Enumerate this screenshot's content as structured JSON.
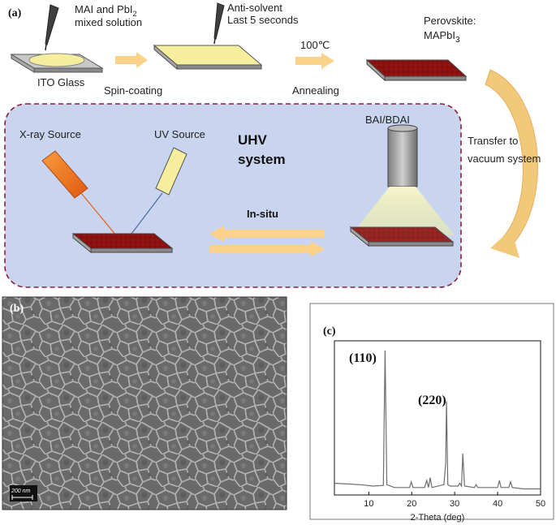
{
  "panel_a": {
    "label": "(a)",
    "step1_text_line1": "MAI and PbI",
    "step1_text_sub": "2",
    "step1_text_line2": "mixed solution",
    "ito_label": "ITO Glass",
    "spin_label": "Spin-coating",
    "step2_line1": "Anti-solvent",
    "step2_line2": "Last 5 seconds",
    "temp_label": "100℃",
    "anneal_label": "Annealing",
    "perov_line1": "Perovskite:",
    "perov_line2": "MAPbI",
    "perov_sub": "3",
    "transfer_line1": "Transfer to",
    "transfer_line2": "vacuum system",
    "xray_label": "X-ray Source",
    "uv_label": "UV Source",
    "uhv_line1": "UHV",
    "uhv_line2": "system",
    "bai_label": "BAI/BDAI",
    "insitu_label": "In-situ",
    "colors": {
      "perovskite": "#8b1010",
      "solution": "#f6ee9e",
      "arrow": "#fcd28a",
      "uhv_bg": "#c9d4ee",
      "border": "#8a1e3c"
    }
  },
  "panel_b": {
    "label": "(b)",
    "scale_label": "200 nm"
  },
  "panel_c": {
    "label": "(c)",
    "peak1_label": "(110)",
    "peak2_label": "(220)"
  },
  "chart_data": {
    "type": "line",
    "xlabel": "2-Theta (deg)",
    "ylabel": "",
    "xlim": [
      2,
      50
    ],
    "x_ticks": [
      10,
      20,
      30,
      40,
      50
    ],
    "grid": false,
    "series": [
      {
        "points": [
          [
            2,
            0.06
          ],
          [
            5,
            0.055
          ],
          [
            8,
            0.05
          ],
          [
            11,
            0.04
          ],
          [
            13.4,
            0.045
          ],
          [
            13.8,
            1.0
          ],
          [
            14.2,
            0.05
          ],
          [
            16,
            0.03
          ],
          [
            19.5,
            0.03
          ],
          [
            19.9,
            0.07
          ],
          [
            20.3,
            0.03
          ],
          [
            23,
            0.03
          ],
          [
            23.5,
            0.08
          ],
          [
            23.9,
            0.03
          ],
          [
            24.3,
            0.1
          ],
          [
            24.7,
            0.03
          ],
          [
            27.5,
            0.05
          ],
          [
            27.9,
            0.2
          ],
          [
            28.1,
            0.64
          ],
          [
            28.4,
            0.05
          ],
          [
            29,
            0.04
          ],
          [
            30.8,
            0.04
          ],
          [
            31.2,
            0.06
          ],
          [
            31.6,
            0.04
          ],
          [
            31.9,
            0.27
          ],
          [
            32.3,
            0.04
          ],
          [
            34.6,
            0.03
          ],
          [
            35,
            0.05
          ],
          [
            35.4,
            0.03
          ],
          [
            40,
            0.03
          ],
          [
            40.4,
            0.08
          ],
          [
            40.8,
            0.03
          ],
          [
            42.6,
            0.03
          ],
          [
            43,
            0.07
          ],
          [
            43.4,
            0.03
          ],
          [
            46,
            0.02
          ],
          [
            50,
            0.02
          ]
        ]
      }
    ]
  }
}
